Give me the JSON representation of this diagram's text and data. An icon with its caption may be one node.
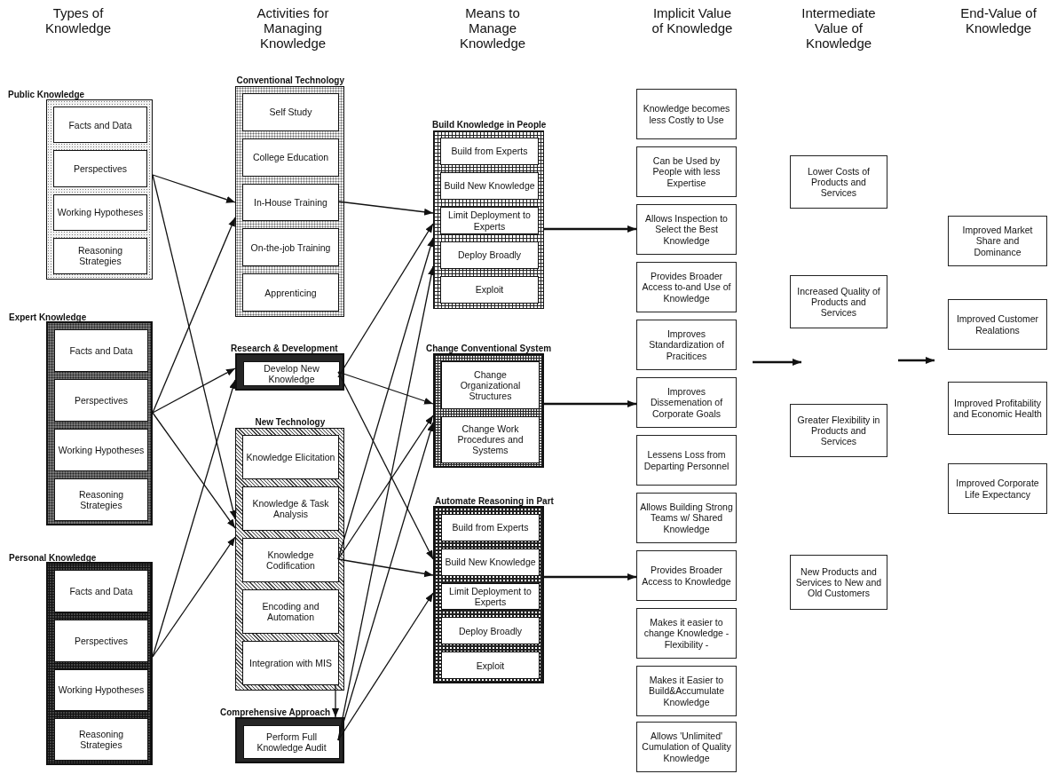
{
  "diagram": {
    "nodes": [
      {
        "text": [
          "Public Knowledge"
        ]
      },
      {
        "text": [
          "Facts and Data"
        ],
        "in": 0
      },
      {
        "text": [
          "Perspectives"
        ],
        "in": 0
      },
      {
        "text": [
          "Working Hypotheses"
        ],
        "in": 0
      },
      {
        "text": [
          "Reasoning Strategies"
        ],
        "in": 0
      },
      {
        "text": [
          "Expert Knowledge"
        ]
      },
      {
        "text": [
          "Facts and Data"
        ],
        "in": 5
      },
      {
        "text": [
          "Perspectives"
        ],
        "in": 5
      },
      {
        "text": [
          "Working Hypotheses"
        ],
        "in": 5
      },
      {
        "text": [
          "Reasoning Strategies"
        ],
        "in": 5
      },
      {
        "text": [
          "Personal Knowledge"
        ]
      },
      {
        "text": [
          "Facts and Data"
        ],
        "in": 10
      },
      {
        "text": [
          "Perspectives"
        ],
        "in": 10
      },
      {
        "text": [
          "Working Hypotheses"
        ],
        "in": 10
      },
      {
        "text": [
          "Reasoning Strategies"
        ],
        "in": 10
      },
      {
        "text": [
          "Conventional Technology"
        ]
      },
      {
        "text": [
          "Self Study"
        ],
        "in": 15
      },
      {
        "text": [
          "College Education"
        ],
        "in": 15
      },
      {
        "text": [
          "In-House Training"
        ],
        "in": 15
      },
      {
        "text": [
          "On-the-job Training"
        ],
        "in": 15
      },
      {
        "text": [
          "Apprenticing"
        ],
        "in": 15
      },
      {
        "text": [
          "Research & Development"
        ]
      },
      {
        "text": [
          "Develop New Knowledge"
        ],
        "in": 21
      },
      {
        "text": [
          "New Technology"
        ]
      },
      {
        "text": [
          "Knowledge Elicitation"
        ],
        "in": 23
      },
      {
        "text": [
          "Knowledge & Task Analysis"
        ],
        "in": 23
      },
      {
        "text": [
          "Knowledge Codification"
        ],
        "in": 23
      },
      {
        "text": [
          "Encoding and Automation"
        ],
        "in": 23
      },
      {
        "text": [
          "Integration with MIS"
        ],
        "in": 23
      },
      {
        "text": [
          "Comprehensive Approach"
        ]
      },
      {
        "text": [
          "Perform Full Knowledge Audit"
        ],
        "in": 29
      },
      {
        "text": [
          "Build Knowledge in People"
        ]
      },
      {
        "text": [
          "Build from Experts"
        ],
        "in": 31
      },
      {
        "text": [
          "Build New Knowledge"
        ],
        "in": 31
      },
      {
        "text": [
          "Limit Deployment to Experts"
        ],
        "in": 31
      },
      {
        "text": [
          "Deploy Broadly"
        ],
        "in": 31
      },
      {
        "text": [
          "Exploit"
        ],
        "in": 31
      },
      {
        "text": [
          "Change Conventional System"
        ]
      },
      {
        "text": [
          "Change Organizational Structures"
        ],
        "in": 37
      },
      {
        "text": [
          "Change Work Procedures and Systems"
        ],
        "in": 37
      },
      {
        "text": [
          "Automate Reasoning in Part"
        ]
      },
      {
        "text": [
          "Build from Experts"
        ],
        "in": 40
      },
      {
        "text": [
          "Build New Knowledge"
        ],
        "in": 40
      },
      {
        "text": [
          "Limit Deployment to Experts"
        ],
        "in": 40
      },
      {
        "text": [
          "Deploy Broadly"
        ],
        "in": 40
      },
      {
        "text": [
          "Exploit"
        ],
        "in": 40
      },
      {
        "text": [
          "Knowledge becomes less Costly to Use"
        ]
      },
      {
        "text": [
          "Can be Used by People with less Expertise"
        ]
      },
      {
        "text": [
          "Allows Inspection to Select the Best Knowledge"
        ]
      },
      {
        "text": [
          "Provides Broader Access to-and Use of Knowledge"
        ]
      },
      {
        "text": [
          "Improves Standardization of Pracitices"
        ]
      },
      {
        "text": [
          "Improves Dissemenation of Corporate Goals"
        ]
      },
      {
        "text": [
          "Lessens Loss from Departing Personnel"
        ]
      },
      {
        "text": [
          "Allows Building Strong Teams w/ Shared Knowledge"
        ]
      },
      {
        "text": [
          "Provides Broader Access to Knowledge"
        ]
      },
      {
        "text": [
          "Makes it easier to change Knowledge - Flexibility -"
        ]
      },
      {
        "text": [
          "Makes it Easier to Build&Accumulate Knowledge"
        ]
      },
      {
        "text": [
          "Allows 'Unlimited' Cumulation of Quality Knowledge"
        ]
      },
      {
        "text": [
          "Lower Costs of Products and Services"
        ]
      },
      {
        "text": [
          "Increased Quality of Products and Services"
        ]
      },
      {
        "text": [
          "Greater Flexibility in Products and Services"
        ]
      },
      {
        "text": [
          "New Products and Services to New and Old Customers"
        ]
      },
      {
        "text": [
          "Improved Market Share and Dominance"
        ]
      },
      {
        "text": [
          "Improved Customer Realations"
        ]
      },
      {
        "text": [
          "Improved Profitability and Economic Health"
        ]
      },
      {
        "text": [
          "Improved Corporate Life Expectancy"
        ]
      }
    ],
    "edges": [
      {
        "from": 0,
        "to": 15,
        "arrow": "to"
      },
      {
        "from": 0,
        "to": 23,
        "arrow": "to"
      },
      {
        "from": 5,
        "to": 15,
        "arrow": "to"
      },
      {
        "from": 5,
        "to": 21,
        "arrow": "to"
      },
      {
        "from": 5,
        "to": 23,
        "arrow": "to"
      },
      {
        "from": 10,
        "to": 21,
        "arrow": "to"
      },
      {
        "from": 10,
        "to": 23,
        "arrow": "to"
      },
      {
        "from": 18,
        "to": 31,
        "arrow": "to"
      },
      {
        "from": 22,
        "to": 31,
        "arrow": "to"
      },
      {
        "from": 22,
        "to": 37,
        "arrow": "to"
      },
      {
        "from": 22,
        "to": 40,
        "arrow": "to"
      },
      {
        "from": 26,
        "to": 31,
        "arrow": "to"
      },
      {
        "from": 26,
        "to": 37,
        "arrow": "to"
      },
      {
        "from": 26,
        "to": 40,
        "arrow": "to"
      },
      {
        "from": 30,
        "to": 31,
        "arrow": "to"
      },
      {
        "from": 30,
        "to": 37,
        "arrow": "to"
      },
      {
        "from": 30,
        "to": 40,
        "arrow": "to"
      },
      {
        "from": 28,
        "to": 29,
        "arrow": "to"
      },
      {
        "from": 31,
        "to": 48,
        "arrow": "to"
      },
      {
        "from": 37,
        "to": 51,
        "arrow": "to"
      },
      {
        "from": 40,
        "to": 54,
        "arrow": "to"
      }
    ],
    "labels": [
      "Types of Knowledge",
      "Activities for Managing Knowledge",
      "Means to Manage Knowledge",
      "Implicit Value of Knowledge",
      "Intermediate Value of Knowledge",
      "End-Value of Knowledge"
    ]
  }
}
